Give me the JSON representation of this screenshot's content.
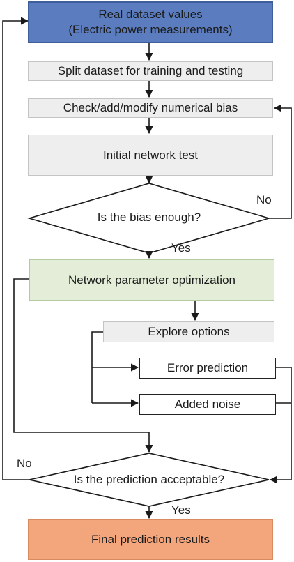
{
  "nodes": {
    "real_dataset": {
      "line1": "Real dataset values",
      "line2": "(Electric power measurements)"
    },
    "split_dataset": "Split dataset for training and testing",
    "check_bias": "Check/add/modify numerical bias",
    "initial_test": "Initial network test",
    "bias_decision": "Is the bias enough?",
    "optimization": "Network parameter optimization",
    "explore": "Explore options",
    "error_prediction": "Error prediction",
    "added_noise": "Added noise",
    "prediction_decision": "Is the prediction acceptable?",
    "final": "Final prediction results"
  },
  "labels": {
    "bias_no": "No",
    "bias_yes": "Yes",
    "prediction_no": "No",
    "prediction_yes": "Yes"
  },
  "colors": {
    "start_fill": "#5b7dc0",
    "process_fill": "#eeeeee",
    "optimization_fill": "#e3edd7",
    "end_fill": "#f3a57c",
    "line": "#1a1a1a"
  }
}
